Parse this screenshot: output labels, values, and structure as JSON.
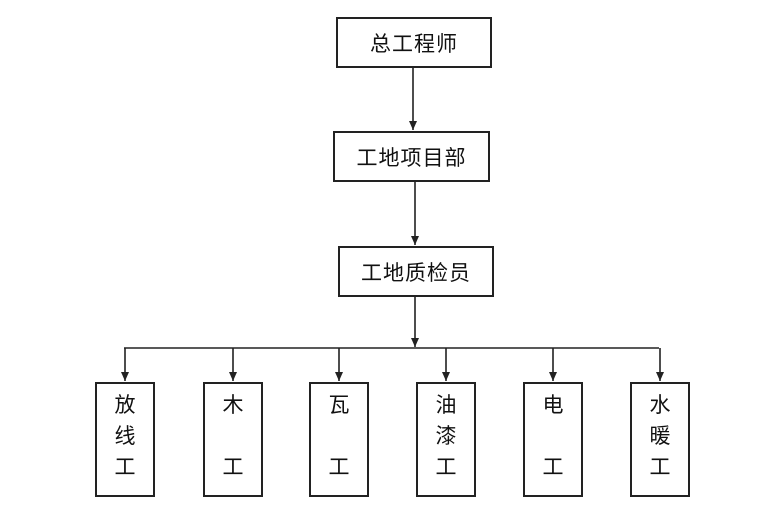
{
  "chart": {
    "levels": [
      {
        "id": "chief",
        "label": "总工程师"
      },
      {
        "id": "office",
        "label": "工地项目部"
      },
      {
        "id": "qc",
        "label": "工地质检员"
      }
    ],
    "workers": [
      {
        "id": "layout",
        "chars": [
          "放",
          "线",
          "工"
        ]
      },
      {
        "id": "carpenter",
        "chars": [
          "木",
          "工"
        ]
      },
      {
        "id": "tiler",
        "chars": [
          "瓦",
          "工"
        ]
      },
      {
        "id": "painter",
        "chars": [
          "油",
          "漆",
          "工"
        ]
      },
      {
        "id": "electrician",
        "chars": [
          "电",
          "工"
        ]
      },
      {
        "id": "plumber",
        "chars": [
          "水",
          "暖",
          "工"
        ]
      }
    ]
  }
}
